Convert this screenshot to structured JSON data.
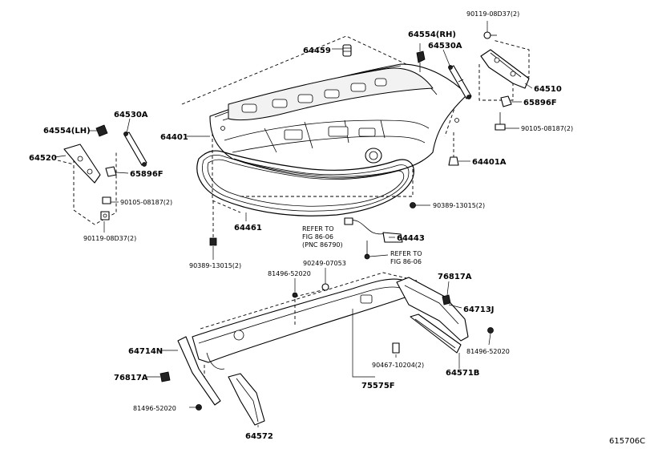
{
  "figure_code": "615706C",
  "labels": {
    "p64459": "64459",
    "p64554rh": "64554(RH)",
    "p64530a_r": "64530A",
    "p90119_top": "90119-08D37(2)",
    "p64510": "64510",
    "p65896f_r": "65896F",
    "p90105_r": "90105-08187(2)",
    "p64530a_l": "64530A",
    "p64554lh": "64554(LH)",
    "p64401": "64401",
    "p64520": "64520",
    "p65896f_l": "65896F",
    "p64401a": "64401A",
    "p90105_l": "90105-08187(2)",
    "p90389_r": "90389-13015(2)",
    "p90119_l": "90119-08D37(2)",
    "p64461": "64461",
    "refer1_l1": "REFER TO",
    "refer1_l2": "FIG 86-06",
    "refer1_l3": "(PNC 86790)",
    "p64443": "64443",
    "refer2_l1": "REFER TO",
    "refer2_l2": "FIG 86-06",
    "p90389_l": "90389-13015(2)",
    "p81496_a": "81496-52020",
    "p90249": "90249-07053",
    "p76817a_r": "76817A",
    "p64713j": "64713J",
    "p64714n": "64714N",
    "p81496_b": "81496-52020",
    "p76817a_l": "76817A",
    "p90467": "90467-10204(2)",
    "p64571b": "64571B",
    "p75575f": "75575F",
    "p81496_c": "81496-52020",
    "p64572": "64572"
  }
}
